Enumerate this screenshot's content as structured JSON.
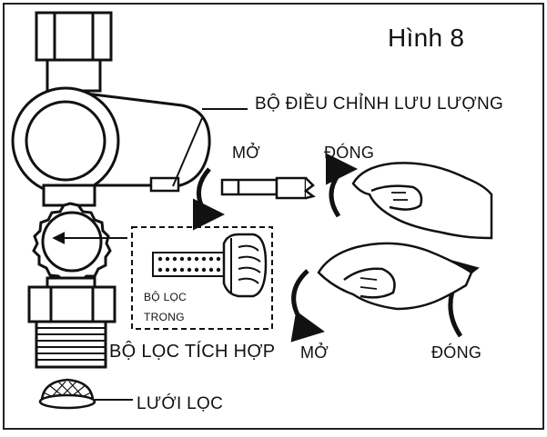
{
  "figure_title": "Hình 8",
  "labels": {
    "flow_regulator": "BỘ ĐIỀU CHỈNH LƯU LƯỢNG",
    "open_top": "MỞ",
    "close_top": "ĐÓNG",
    "inner_filter_line1": "BỘ LỌC",
    "inner_filter_line2": "TRONG",
    "integrated_filter": "BỘ LỌC TÍCH HỢP",
    "open_bottom": "MỞ",
    "close_bottom": "ĐÓNG",
    "mesh_filter": "LƯỚI LỌC"
  },
  "colors": {
    "line": "#111111",
    "background": "#ffffff",
    "border": "#222222"
  }
}
